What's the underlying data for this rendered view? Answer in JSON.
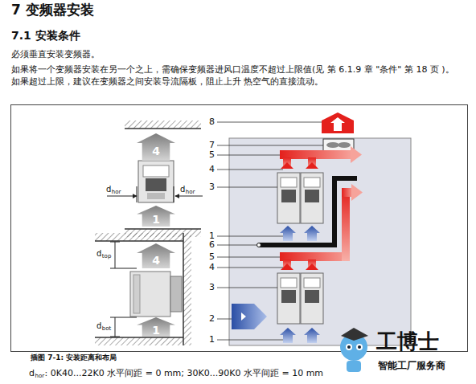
{
  "diagram": {
    "title": "7 变频器安装",
    "caption": "插图 7-1: 安装距离和布局",
    "nodes": [
      {
        "text": [
          "4"
        ]
      },
      {
        "text": [
          "1"
        ]
      },
      {
        "text": [
          "4"
        ]
      },
      {
        "text": [
          "1"
        ]
      }
    ],
    "labels": [
      "7.1 安装条件",
      "必须垂直安装变频器。",
      "如果将一个变频器安装在另一个之上，需确保变频器进风口温度不超过上限值(见 第 6.1.9 章 \"条件\" 第 18 页 )。如果超过上限，建议在变频器之间安装导流隔板，阻止上升 热空气的直接流动。",
      "d",
      "hor",
      "d",
      "hor",
      "d",
      "top",
      "d",
      "bot",
      "8",
      "7",
      "5",
      "4",
      "3",
      "1",
      "6",
      "5",
      "4",
      "3",
      "2",
      "1",
      "d",
      "hor",
      ": 0K40...22K0 水平间距 = 0 mm; 30K0...90K0 水平间距 = 10 mm",
      "工博士",
      "智能工厂服务商"
    ]
  }
}
